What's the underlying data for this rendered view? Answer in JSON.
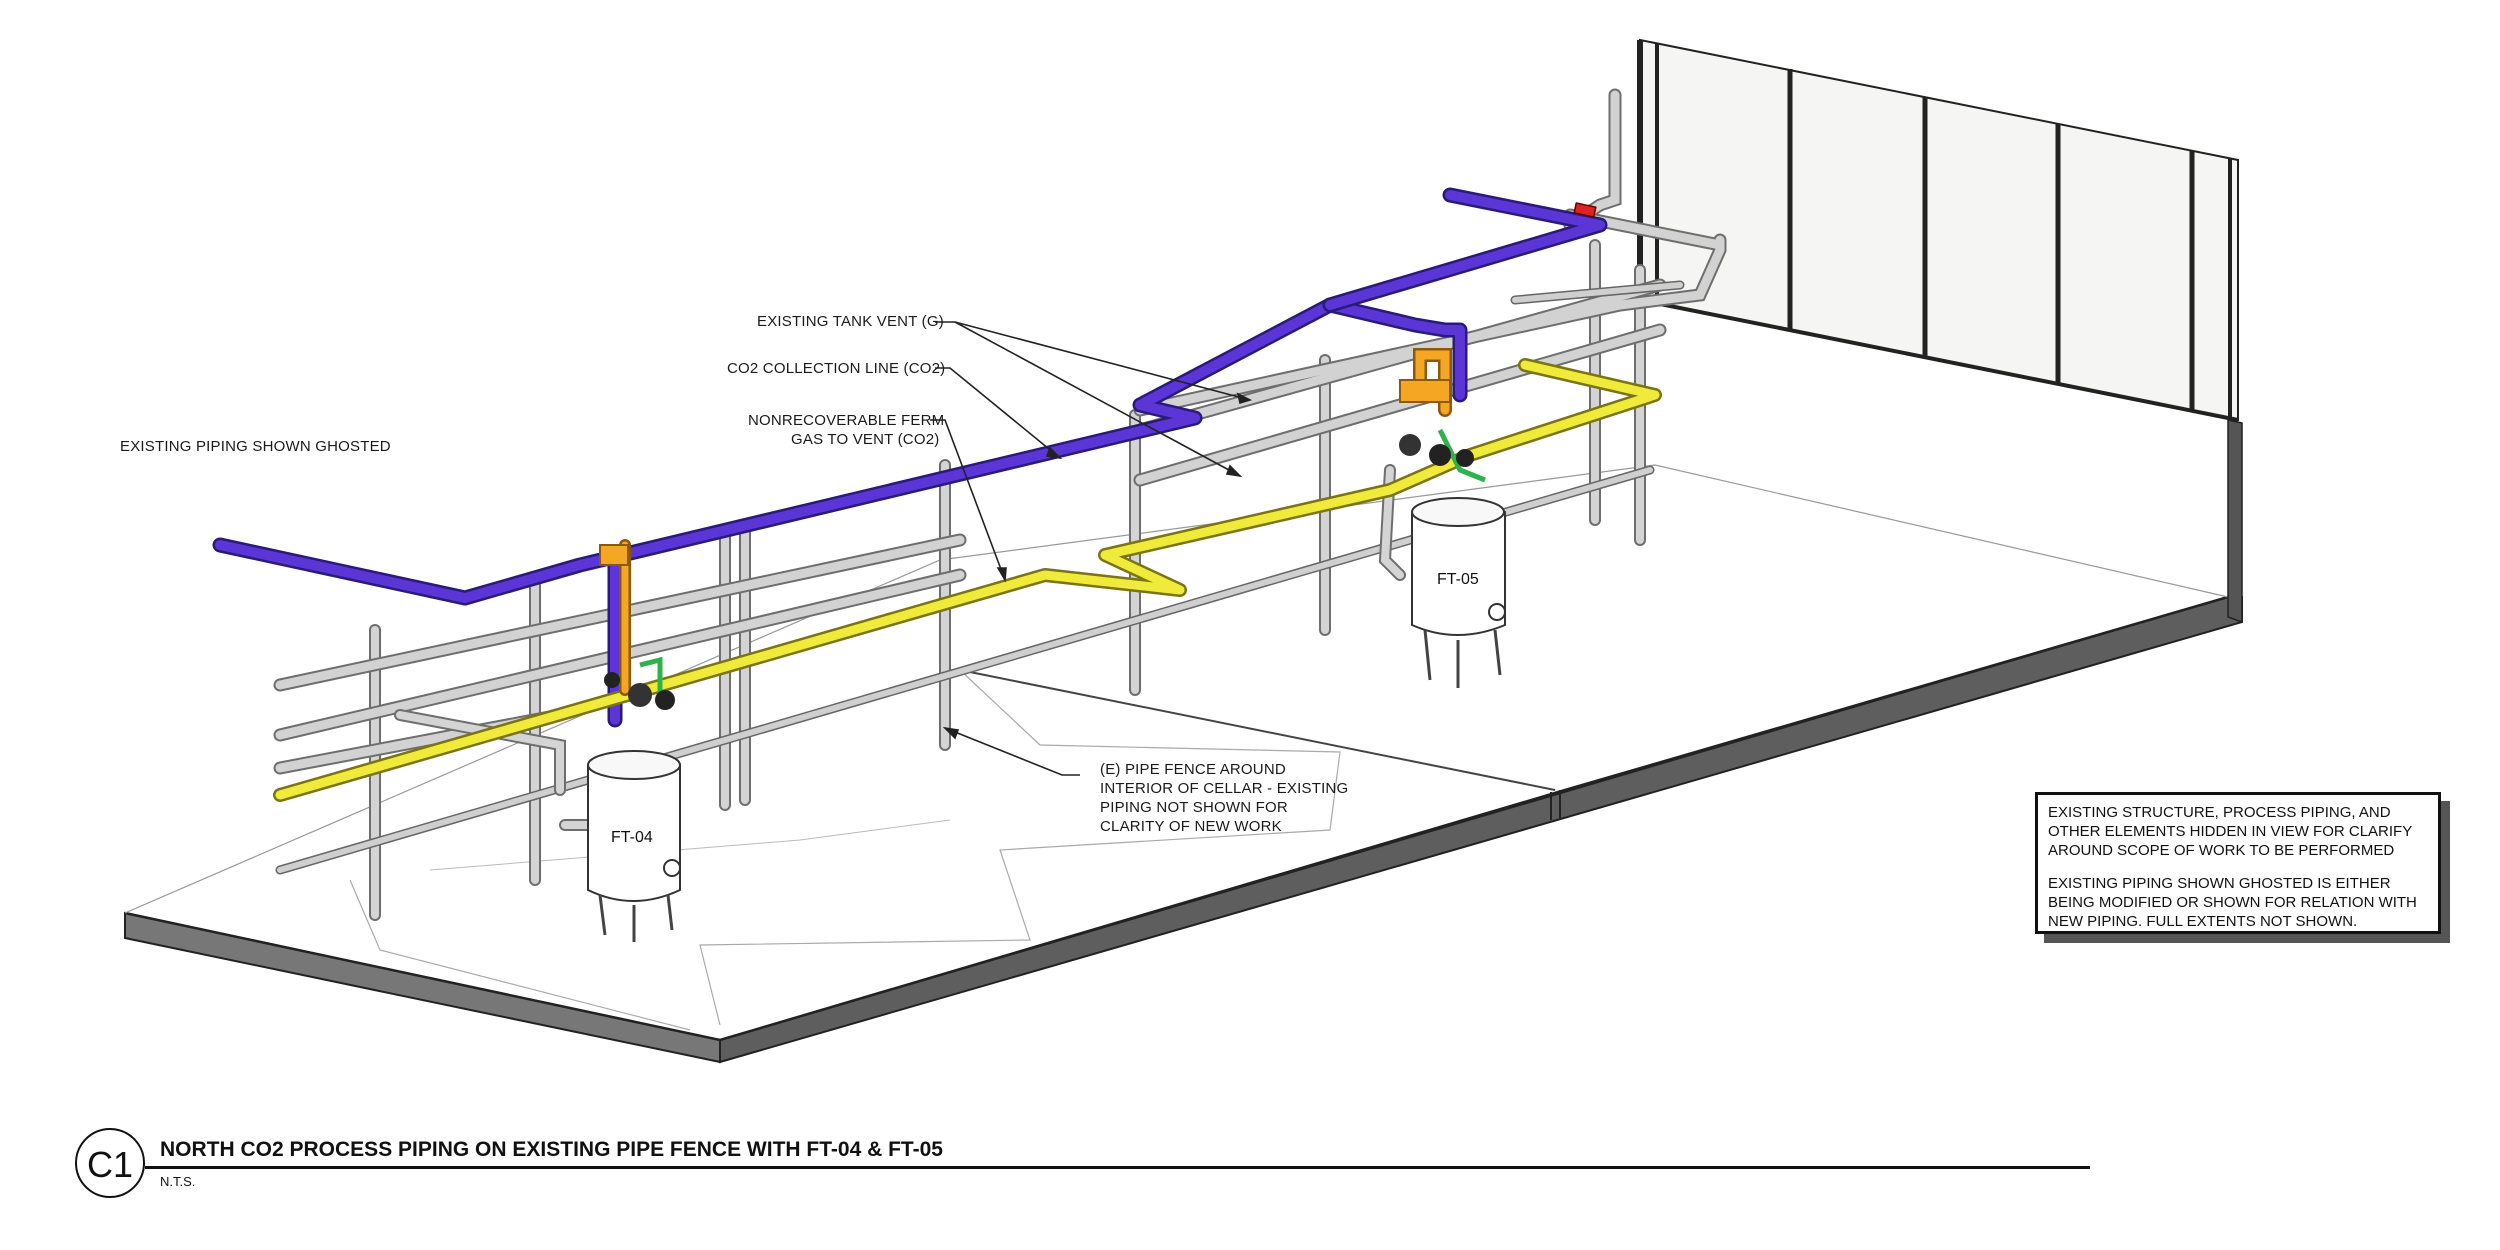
{
  "labels": {
    "existing_tank_vent": "EXISTING TANK VENT (G)",
    "co2_collection_line": "CO2 COLLECTION LINE (CO2)",
    "nonrecoverable_line1": "NONRECOVERABLE FERM",
    "nonrecoverable_line2": "GAS TO VENT (CO2)",
    "existing_piping_ghosted": "EXISTING PIPING SHOWN GHOSTED",
    "pipe_fence_line1": "(E) PIPE FENCE AROUND",
    "pipe_fence_line2": "INTERIOR OF CELLAR - EXISTING",
    "pipe_fence_line3": "PIPING NOT SHOWN FOR",
    "pipe_fence_line4": "CLARITY OF NEW WORK"
  },
  "tanks": {
    "ft04": "FT-04",
    "ft05": "FT-05"
  },
  "notes": {
    "paragraph1": "EXISTING STRUCTURE, PROCESS PIPING, AND OTHER ELEMENTS HIDDEN IN VIEW FOR CLARIFY AROUND SCOPE OF WORK TO BE PERFORMED",
    "paragraph2": "EXISTING PIPING SHOWN GHOSTED IS EITHER BEING MODIFIED OR SHOWN FOR RELATION WITH NEW PIPING. FULL EXTENTS NOT SHOWN."
  },
  "title_block": {
    "detail_id": "C1",
    "title": "NORTH CO2 PROCESS PIPING ON EXISTING PIPE FENCE WITH FT-04 & FT-05",
    "scale": "N.T.S."
  },
  "colors": {
    "co2_collection": "#5b35d5",
    "nonrecoverable_vent": "#f0ea3a",
    "tank_vent": "#f5a623",
    "valve_green": "#2db34a",
    "ghosted": "#c8c8c8",
    "slab_side": "#666666"
  }
}
